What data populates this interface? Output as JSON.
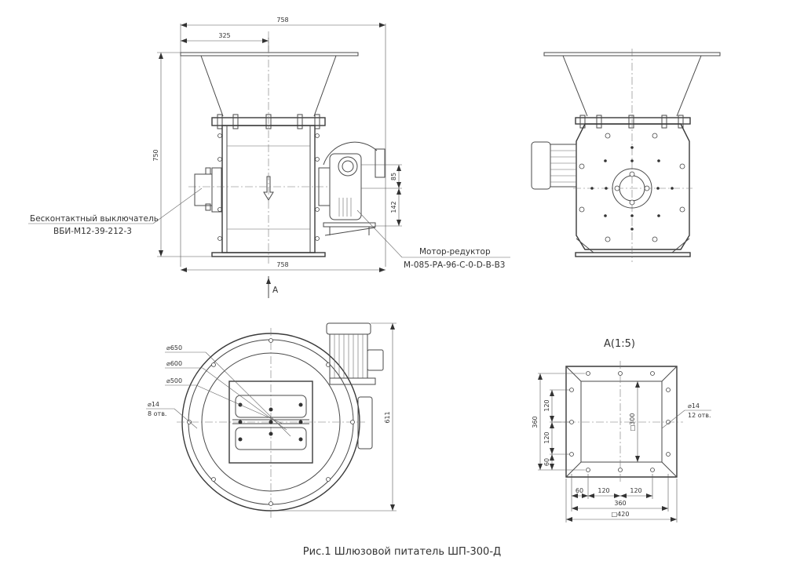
{
  "sheet": {
    "caption": "Рис.1 Шлюзовой питатель ШП-300-Д"
  },
  "front_view": {
    "dim_overall_width_top": "758",
    "dim_inlet_offset": "325",
    "dim_overall_height": "750",
    "dim_overall_width_bottom": "758",
    "dim_motor_upper": "85",
    "dim_motor_lower": "142",
    "section_marker": "A",
    "sensor_callout": {
      "line1": "Бесконтактный выключатель",
      "line2": "ВБИ-М12-39-212-3"
    },
    "motor_callout": {
      "line1": "Мотор-редуктор",
      "line2": "М-085-РА-96-С-0-D-В-В3"
    }
  },
  "side_view": {},
  "top_view": {
    "dia_650": "⌀650",
    "dia_600": "⌀600",
    "dia_500": "⌀500",
    "hole_dia": "⌀14",
    "hole_count": "8 отв.",
    "dim_overall_depth": "611"
  },
  "detail_a": {
    "title": "A(1:5)",
    "dim_360_vertical": "360",
    "dim_120_upper": "120",
    "dim_120_lower": "120",
    "dim_60_vertical": "60",
    "dim_square_300": "□300",
    "dim_60_horizontal": "60",
    "dim_120_left": "120",
    "dim_120_right": "120",
    "dim_360_horizontal": "360",
    "dim_square_420": "□420",
    "hole_dia": "⌀14",
    "hole_count": "12 отв."
  }
}
